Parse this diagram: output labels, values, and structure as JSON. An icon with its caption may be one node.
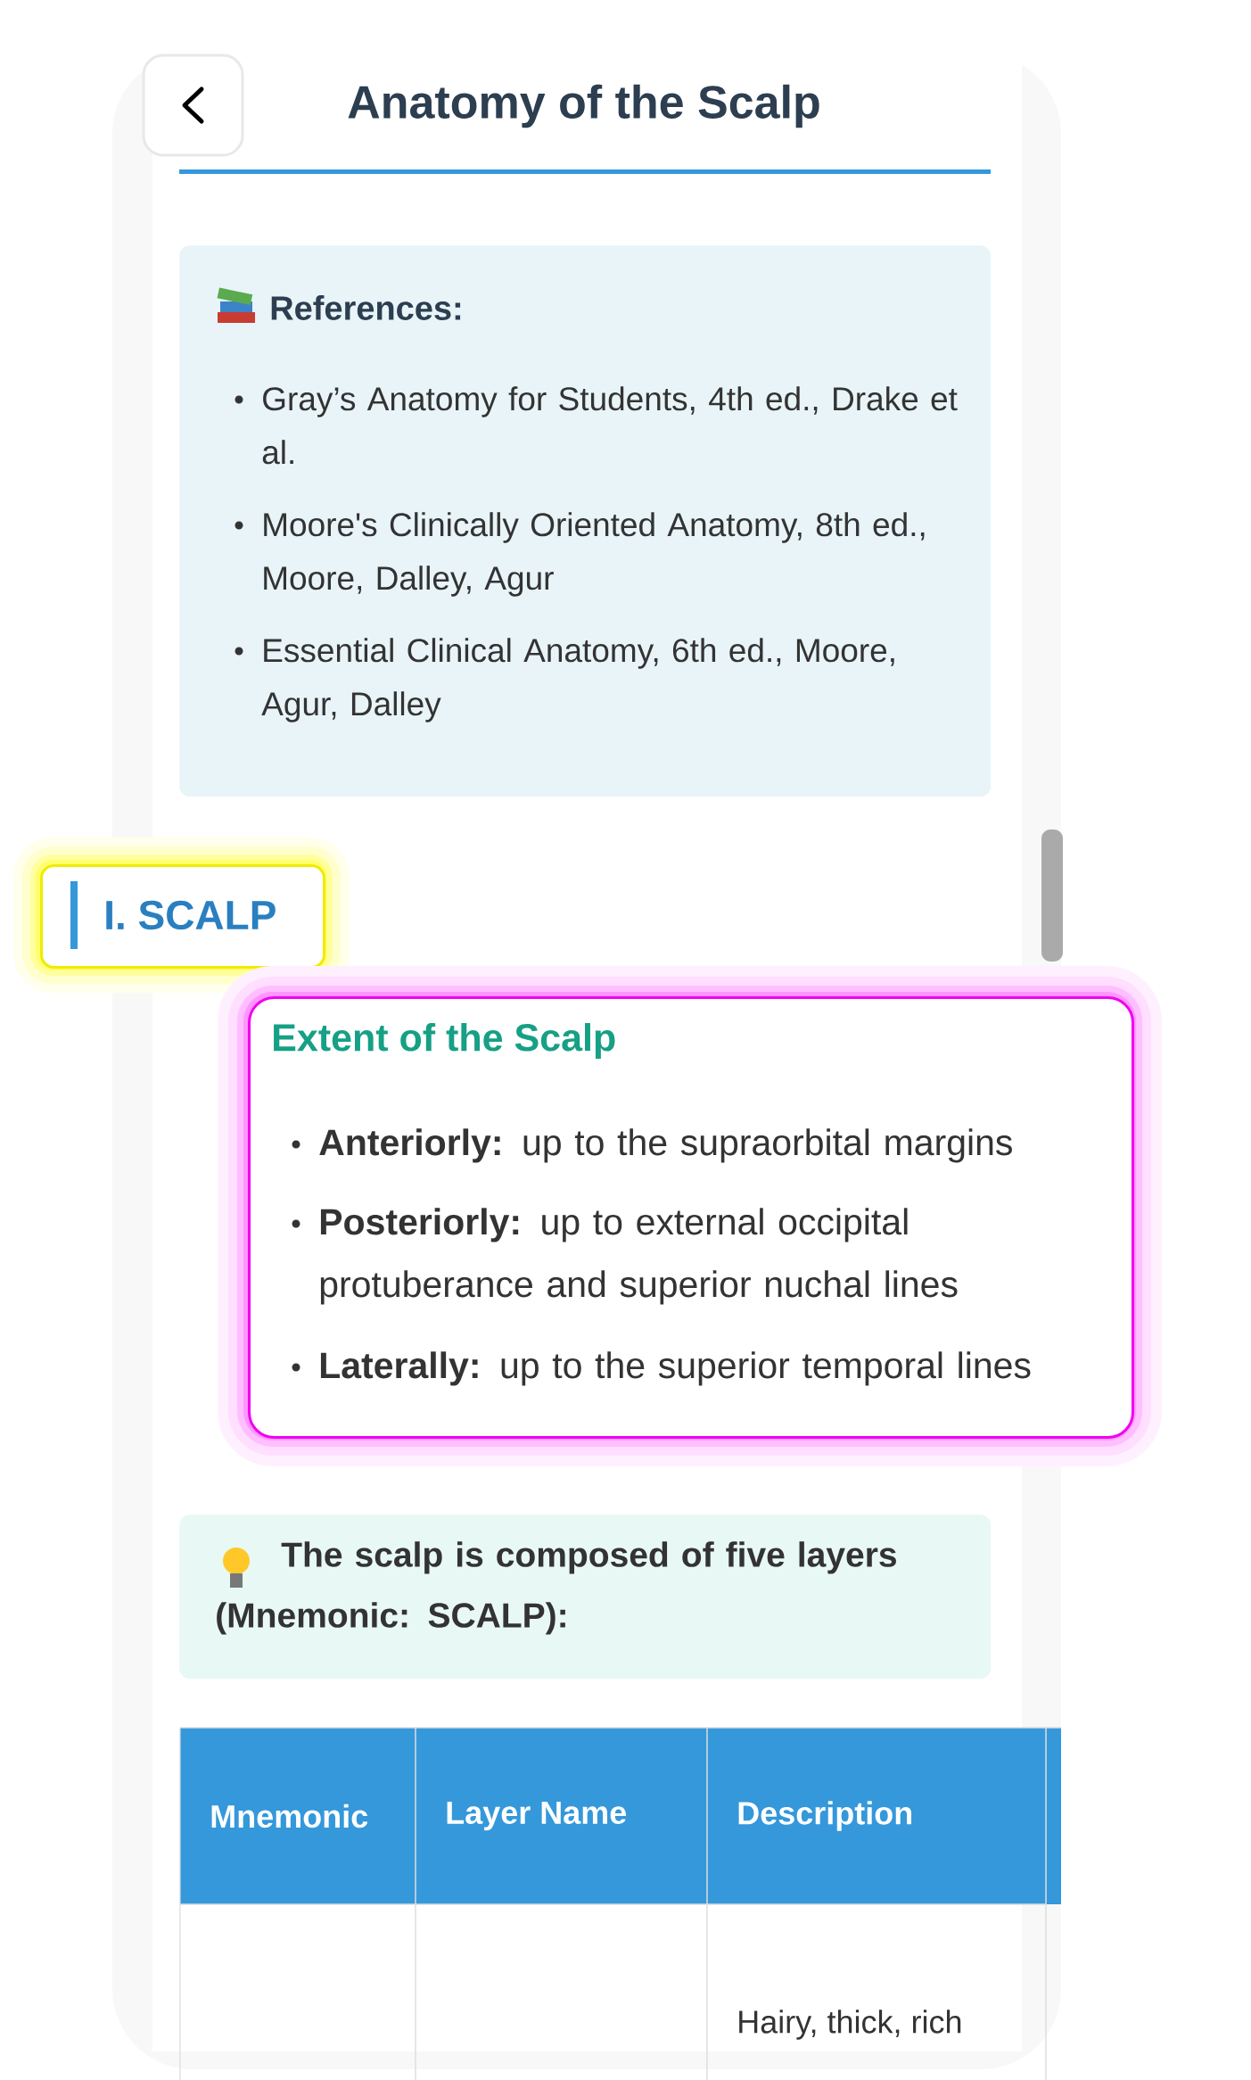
{
  "diagram": {
    "title": "Anatomy of the Scalp",
    "nodes": [
      {
        "text": [
          "References:",
          "Gray’s Anatomy for Students, 4th ed., Drake et al.",
          "Moore's Clinically Oriented Anatomy, 8th ed., Moore, Dalley, Agur",
          "Essential Clinical Anatomy, 6th ed., Moore, Agur, Dalley"
        ]
      },
      {
        "text": [
          "I. SCALP"
        ]
      },
      {
        "text": [
          "Extent of the Scalp",
          "**Anteriorly:** up to the supraorbital margins",
          "**Posteriorly:** up to external occipital protuberance and superior nuchal lines",
          "**Laterally:** up to the superior temporal lines"
        ]
      },
      {
        "text": [
          "The scalp is composed of five layers (Mnemonic: SCALP):"
        ]
      }
    ],
    "labels": [
      "Mnemonic",
      "Layer Name",
      "Description",
      "Hairy, thick, rich"
    ]
  }
}
